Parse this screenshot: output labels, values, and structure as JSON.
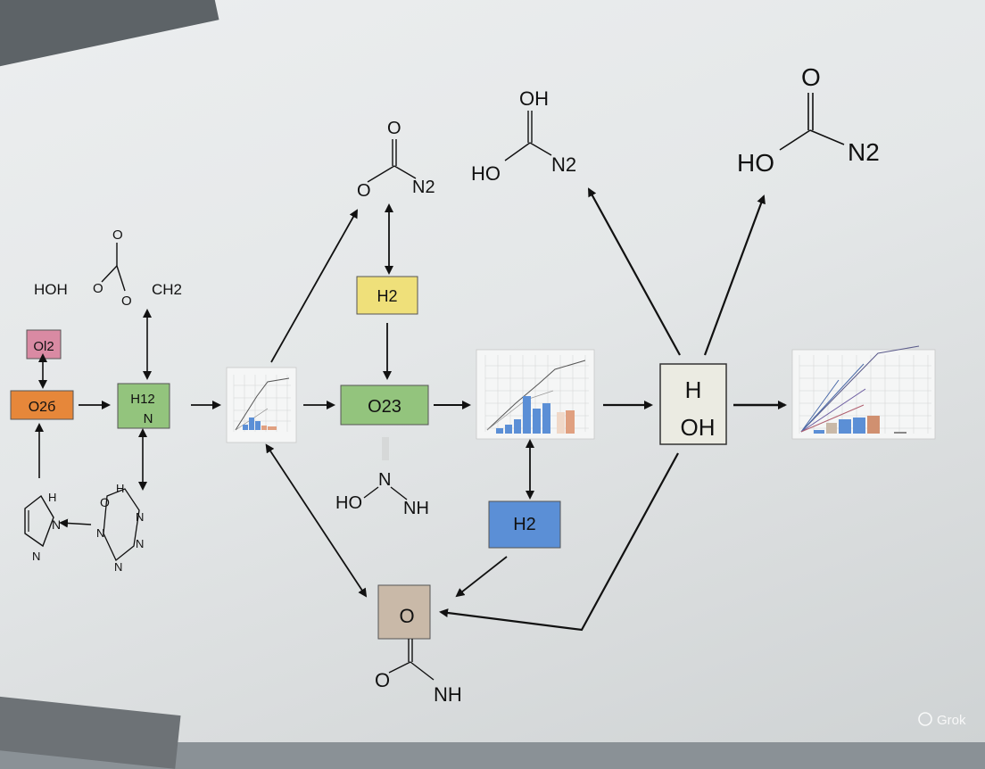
{
  "boxes": {
    "o_l2": "Ol2",
    "o_2b": "O2б",
    "h2_n_top": "H12",
    "h2_n_bottom": "N",
    "h2_yellow": "H2",
    "o23_green": "O23",
    "h2_blue": "H2",
    "h_oh_top": "H",
    "h_oh_bottom": "OH",
    "carbonyl_box": "O"
  },
  "molecules": {
    "left_hoh": "HOH",
    "left_o1": "O",
    "left_o2": "O",
    "left_o3": "O",
    "left_ch2": "CH2",
    "top_o": "O",
    "top_o_left": "O",
    "top_n2": "N2",
    "mid_oh": "OH",
    "mid_ho": "HO",
    "mid_n2": "N2",
    "right_o": "O",
    "right_ho": "HO",
    "right_n2": "N2",
    "hydroxylamine_n": "N",
    "hydroxylamine_ho": "HO",
    "hydroxylamine_nh": "NH",
    "bottom_o": "O",
    "bottom_nh": "NH",
    "ring1_h": "H",
    "ring1_n1": "N",
    "ring1_n2": "N",
    "ring2_h": "H",
    "ring2_o": "O",
    "ring2_n1": "N",
    "ring2_n2": "N",
    "ring2_n3": "N",
    "ring2_n4": "N"
  },
  "watermark": "Grok",
  "colors": {
    "pink": "#d98aa3",
    "orange": "#e6873a",
    "green": "#93c47d",
    "yellow": "#efe07a",
    "blue": "#5b8fd6",
    "tan": "#c9b9a8",
    "arrow": "#111111"
  }
}
